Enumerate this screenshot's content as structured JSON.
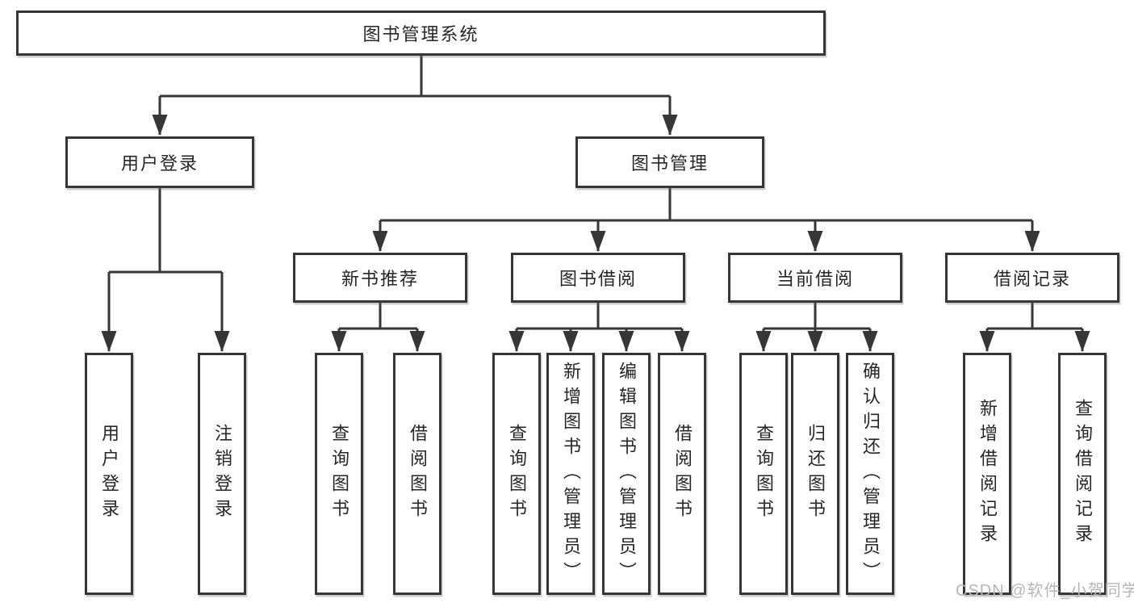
{
  "diagram": {
    "title": "图书管理系统",
    "nodes": {
      "root": "图书管理系统",
      "level2": [
        "用户登录",
        "图书管理"
      ],
      "level3": [
        "新书推荐",
        "图书借阅",
        "当前借阅",
        "借阅记录"
      ],
      "leaves_user_login": [
        "用户登录",
        "注销登录"
      ],
      "leaves_new_books": [
        "查询图书",
        "借阅图书"
      ],
      "leaves_book_borrow": [
        "查询图书",
        "新增图书（管理员）",
        "编辑图书（管理员）",
        "借阅图书"
      ],
      "leaves_current_borrow": [
        "查询图书",
        "归还图书",
        "确认归还（管理员）"
      ],
      "leaves_borrow_records": [
        "新增借阅记录",
        "查询借阅记录"
      ]
    },
    "watermark": "CSDN @软件_小贺同学",
    "colors": {
      "line": "#363636",
      "box_border": "#363636",
      "box_fill": "#ffffff",
      "text": "#262626",
      "watermark": "#b6b6b6",
      "background": "#ffffff"
    }
  }
}
